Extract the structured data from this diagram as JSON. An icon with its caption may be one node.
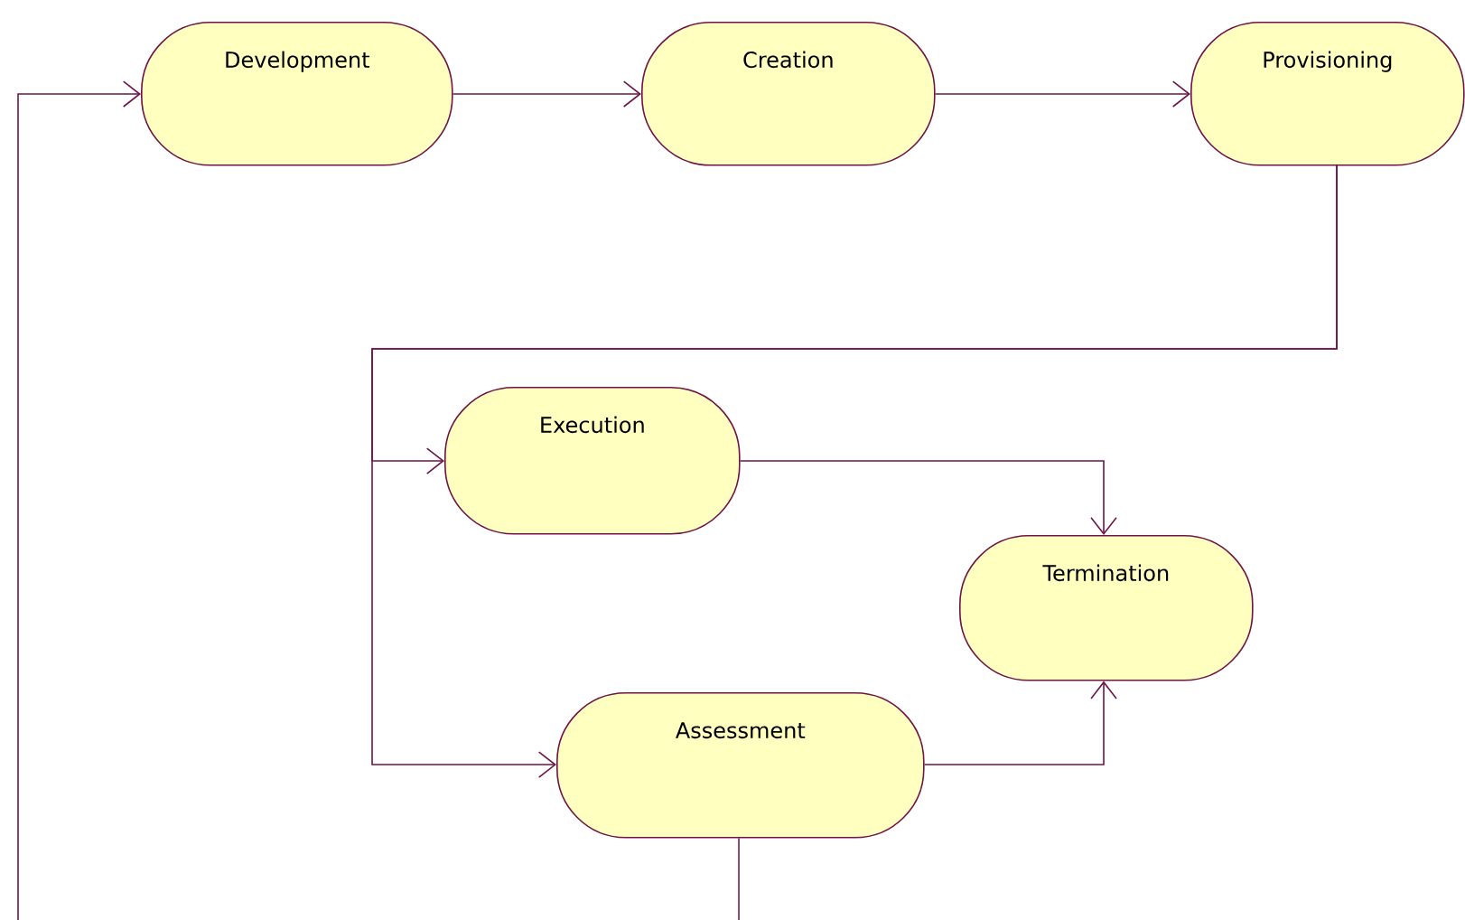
{
  "diagram": {
    "nodes": [
      {
        "text": [
          "Development"
        ]
      },
      {
        "text": [
          "Creation"
        ]
      },
      {
        "text": [
          "Provisioning"
        ]
      },
      {
        "text": [
          "Execution"
        ]
      },
      {
        "text": [
          "Termination"
        ]
      },
      {
        "text": [
          "Assessment"
        ]
      }
    ],
    "edges": [
      {
        "from": 0,
        "to": 1,
        "arrow": "to"
      },
      {
        "from": 1,
        "to": 2,
        "arrow": "to"
      },
      {
        "from": 2,
        "to": 3,
        "arrow": "to"
      },
      {
        "from": 2,
        "to": 5,
        "arrow": "to"
      },
      {
        "from": 3,
        "to": 4,
        "arrow": "to"
      },
      {
        "from": 5,
        "to": 4,
        "arrow": "to"
      },
      {
        "from": 5,
        "to": null,
        "arrow": "none"
      },
      {
        "from": null,
        "to": 0,
        "arrow": "to"
      }
    ]
  }
}
